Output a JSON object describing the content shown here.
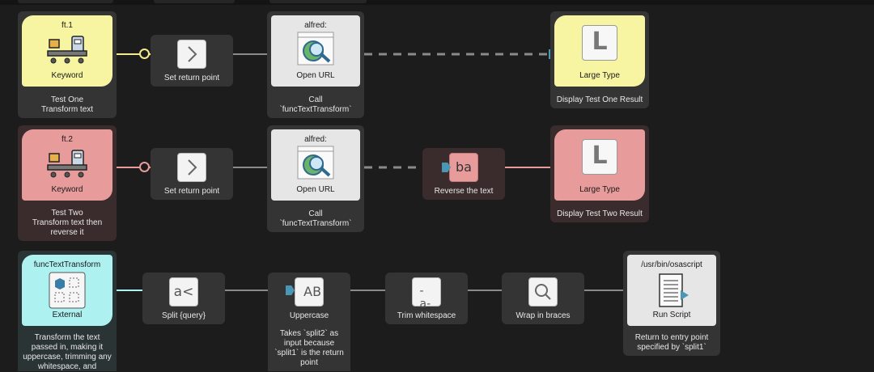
{
  "colors": {
    "canvas": "#1c1c1c",
    "node": "#343434",
    "keyword_yellow": "#f7f4a2",
    "keyword_pink": "#e89b9b",
    "external_cyan": "#aef1f1",
    "connector_blue": "#4a96b5"
  },
  "row1": {
    "trigger": {
      "keyword": "ft.1",
      "type_label": "Keyword",
      "note": [
        "Test One",
        "Transform text"
      ],
      "icon": "conveyor-belt-icon"
    },
    "return_point": {
      "label": "Set return point",
      "icon": "chevron-right-icon"
    },
    "open_url": {
      "title": "alfred:",
      "label": "Open URL",
      "note": [
        "Call",
        "`funcTextTransform`"
      ],
      "icon": "url-globe-icon"
    },
    "large_type": {
      "glyph": "L",
      "label": "Large Type",
      "note": [
        "Display Test One Result"
      ],
      "icon": "large-type-icon"
    }
  },
  "row2": {
    "trigger": {
      "keyword": "ft.2",
      "type_label": "Keyword",
      "note": [
        "Test Two",
        "Transform text then",
        "reverse it"
      ],
      "icon": "conveyor-belt-icon"
    },
    "return_point": {
      "label": "Set return point",
      "icon": "chevron-right-icon"
    },
    "open_url": {
      "title": "alfred:",
      "label": "Open URL",
      "note": [
        "Call",
        "`funcTextTransform`"
      ],
      "icon": "url-globe-icon"
    },
    "reverse": {
      "glyph": "ba",
      "label": "Reverse the text",
      "icon": "reverse-text-icon"
    },
    "large_type": {
      "glyph": "L",
      "label": "Large Type",
      "note": [
        "Display Test Two Result"
      ],
      "icon": "large-type-icon"
    }
  },
  "row3": {
    "external": {
      "title": "funcTextTransform",
      "type_label": "External",
      "note": [
        "Transform the text",
        "passed in, making it",
        "uppercase, trimming any",
        "whitespace, and"
      ],
      "icon": "external-trigger-icon"
    },
    "split": {
      "glyph": "a<",
      "label": "Split {query}",
      "icon": "split-icon"
    },
    "uppercase": {
      "glyph": "AB",
      "label": "Uppercase",
      "note": [
        "Takes `split2` as",
        "input because",
        "`split1` is the return",
        "point"
      ],
      "icon": "uppercase-icon"
    },
    "trim": {
      "glyph": "-a-",
      "label": "Trim whitespace",
      "icon": "trim-icon"
    },
    "wrap": {
      "label": "Wrap in braces",
      "icon": "magnifier-icon"
    },
    "run_script": {
      "title": "/usr/bin/osascript",
      "label": "Run Script",
      "note": [
        "Return to entry point",
        "specified by `split1`"
      ],
      "icon": "script-scroll-icon"
    }
  }
}
